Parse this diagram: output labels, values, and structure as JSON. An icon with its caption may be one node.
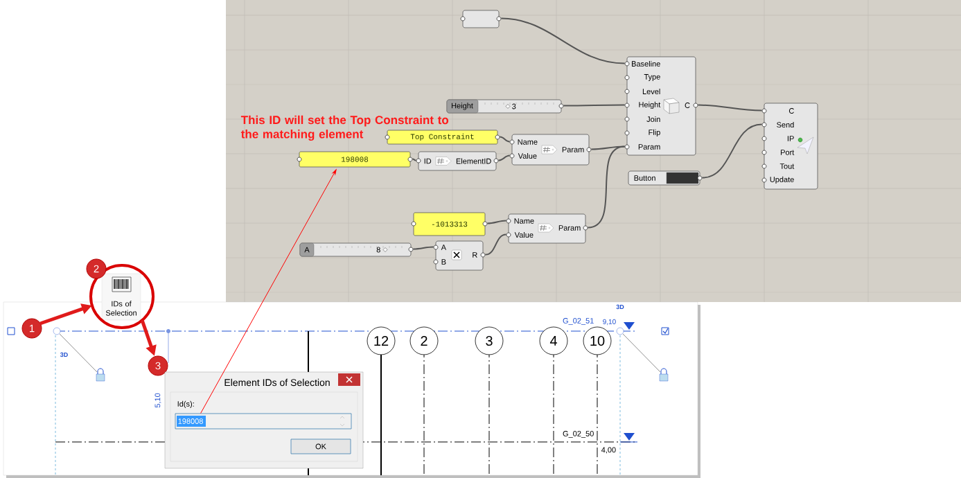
{
  "diagram": {
    "nodes": [
      {
        "text": [],
        "shape": "box"
      },
      {
        "text": [
          "Height",
          "3"
        ]
      },
      {
        "text": [
          "Top Constraint"
        ]
      },
      {
        "text": [
          "198008"
        ]
      },
      {
        "text": [
          "ID",
          "ElementID"
        ]
      },
      {
        "text": [
          "Name",
          "Value",
          "Param"
        ]
      },
      {
        "text": [
          "Baseline",
          "Type",
          "Level",
          "Height",
          "Join",
          "Flip",
          "Param",
          "C"
        ]
      },
      {
        "text": [
          "Button"
        ]
      },
      {
        "text": [
          "C",
          "Send",
          "IP",
          "Port",
          "Tout",
          "Update"
        ]
      },
      {
        "text": [
          "-1013313"
        ]
      },
      {
        "text": [
          "A",
          "8"
        ]
      },
      {
        "text": [
          "A",
          "B",
          "R"
        ]
      },
      {
        "text": [
          "Name",
          "Value",
          "Param"
        ]
      },
      {
        "text": [
          "1"
        ]
      },
      {
        "text": [
          "IDs of Selection"
        ]
      },
      {
        "text": [
          "2"
        ]
      },
      {
        "text": [
          "3"
        ]
      },
      {
        "text": [
          "Element IDs of Selection",
          "Id(s):"
        ]
      },
      {
        "text": [
          "198008"
        ],
        "in": 17
      },
      {
        "text": [
          "OK"
        ],
        "in": 17
      },
      {
        "text": [
          "12"
        ]
      },
      {
        "text": [
          "2"
        ]
      },
      {
        "text": [
          "3"
        ]
      },
      {
        "text": [
          "4"
        ]
      },
      {
        "text": [
          "10"
        ]
      }
    ],
    "edges": [
      {
        "from": 0,
        "to": 6,
        "arrow": "none"
      },
      {
        "from": 1,
        "to": 6,
        "arrow": "none"
      },
      {
        "from": 2,
        "to": 5,
        "arrow": "none"
      },
      {
        "from": 3,
        "to": 4,
        "arrow": "none"
      },
      {
        "from": 4,
        "to": 5,
        "arrow": "none"
      },
      {
        "from": 5,
        "to": 6,
        "arrow": "none"
      },
      {
        "from": 6,
        "to": 8,
        "arrow": "none"
      },
      {
        "from": 7,
        "to": 8,
        "arrow": "none"
      },
      {
        "from": 9,
        "to": 12,
        "arrow": "none"
      },
      {
        "from": 10,
        "to": 11,
        "arrow": "none"
      },
      {
        "from": 11,
        "to": 12,
        "arrow": "none"
      },
      {
        "from": 12,
        "to": 6,
        "arrow": "none"
      },
      {
        "from": 13,
        "to": 14,
        "arrow": "to",
        "style": "thick",
        "color": "#e01b1b"
      },
      {
        "from": 14,
        "to": 16,
        "arrow": "to",
        "style": "thick",
        "color": "#e01b1b"
      },
      {
        "from": 18,
        "to": 3,
        "arrow": "to",
        "color": "#ff0000"
      }
    ],
    "labels": [
      "This ID will set the Top Constraint to the matching element",
      "3D",
      "G_02_51",
      "9,10",
      "3D",
      "5,10",
      "G_02_50",
      "4,00"
    ]
  }
}
